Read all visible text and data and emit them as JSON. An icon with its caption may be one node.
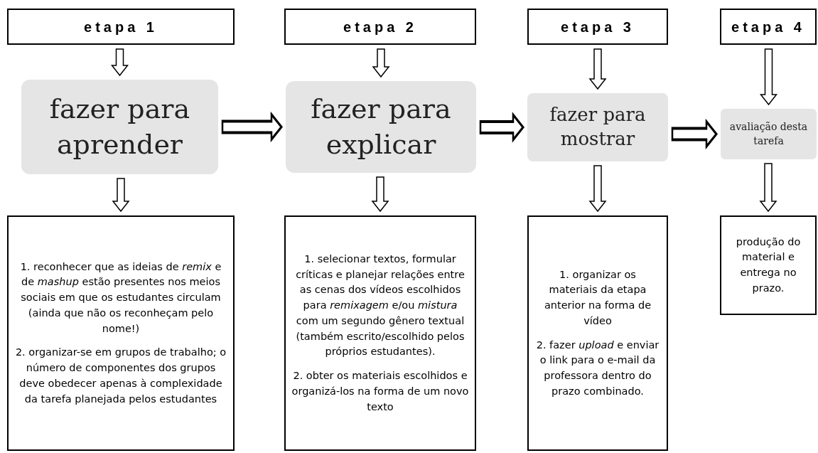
{
  "diagram": {
    "nodes": [
      {
        "text": [
          "etapa 1"
        ]
      },
      {
        "text": [
          "etapa 2"
        ]
      },
      {
        "text": [
          "etapa 3"
        ]
      },
      {
        "text": [
          "etapa 4"
        ]
      },
      {
        "text": [
          "fazer para aprender"
        ]
      },
      {
        "text": [
          "fazer para explicar"
        ]
      },
      {
        "text": [
          "fazer para mostrar"
        ]
      },
      {
        "text": [
          "avaliação desta tarefa"
        ]
      },
      {
        "text": [
          "1. reconhecer que as ideias de *remix* e de *mashup* estão presentes nos meios sociais em que os estudantes circulam (ainda que não os reconheçam pelo nome!)",
          "2. organizar-se em grupos de trabalho; o número de componentes dos grupos deve obedecer apenas à complexidade da tarefa planejada pelos estudantes"
        ]
      },
      {
        "text": [
          "1. selecionar textos, formular críticas e planejar relações entre as cenas dos vídeos escolhidos para *remixagem* e/ou *mistura* com um segundo gênero textual (também escrito/escolhido pelos próprios estudantes).",
          "2. obter os materiais escolhidos e organizá-los na forma de um novo texto"
        ]
      },
      {
        "text": [
          "1. organizar os materiais da etapa anterior na forma de vídeo",
          "2. fazer *upload* e enviar o link para o e-mail da professora dentro do prazo combinado."
        ]
      },
      {
        "text": [
          "produção do material e entrega no prazo."
        ]
      }
    ],
    "edges": [
      {
        "from": 0,
        "to": 4,
        "arrow": "to"
      },
      {
        "from": 1,
        "to": 5,
        "arrow": "to"
      },
      {
        "from": 2,
        "to": 6,
        "arrow": "to"
      },
      {
        "from": 3,
        "to": 7,
        "arrow": "to"
      },
      {
        "from": 4,
        "to": 5,
        "arrow": "to"
      },
      {
        "from": 5,
        "to": 6,
        "arrow": "to"
      },
      {
        "from": 6,
        "to": 7,
        "arrow": "to"
      },
      {
        "from": 4,
        "to": 8,
        "arrow": "to"
      },
      {
        "from": 5,
        "to": 9,
        "arrow": "to"
      },
      {
        "from": 6,
        "to": 10,
        "arrow": "to"
      },
      {
        "from": 7,
        "to": 11,
        "arrow": "to"
      }
    ]
  }
}
